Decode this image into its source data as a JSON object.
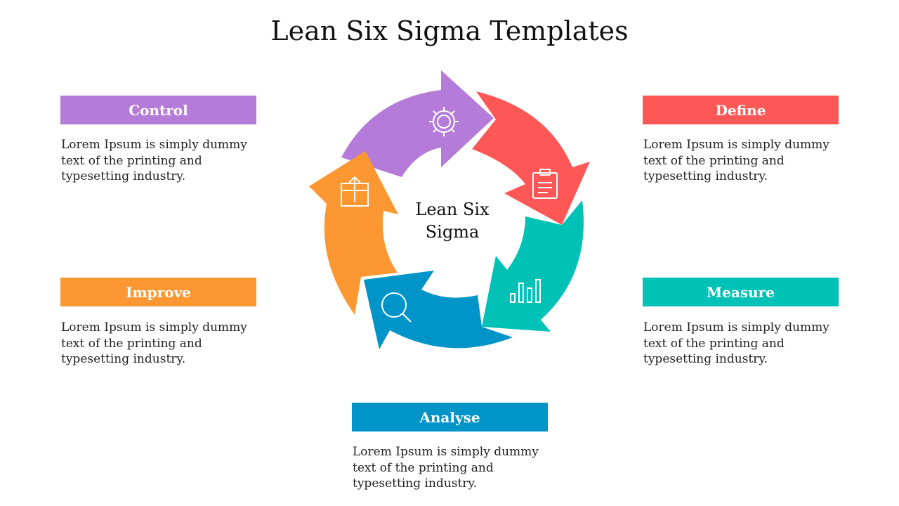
{
  "title": "Lean Six Sigma Templates",
  "center": {
    "line1": "Lean Six",
    "line2": "Sigma"
  },
  "steps": [
    {
      "label": "Define",
      "color": "#fd5756",
      "icon": "clipboard-icon",
      "desc": "Lorem Ipsum is simply dummy text of the printing and typesetting industry."
    },
    {
      "label": "Measure",
      "color": "#00c1b5",
      "icon": "bar-chart-icon",
      "desc": "Lorem Ipsum is simply dummy text of the printing and typesetting industry."
    },
    {
      "label": "Analyse",
      "color": "#0094c8",
      "icon": "magnifier-icon",
      "desc": "Lorem Ipsum is simply dummy text of the printing and typesetting industry."
    },
    {
      "label": "Improve",
      "color": "#fd9732",
      "icon": "box-upload-icon",
      "desc": "Lorem Ipsum is simply dummy text of the printing and typesetting industry."
    },
    {
      "label": "Control",
      "color": "#b57bd9",
      "icon": "gear-icon",
      "desc": "Lorem Ipsum is simply dummy text of the printing and typesetting industry."
    }
  ]
}
